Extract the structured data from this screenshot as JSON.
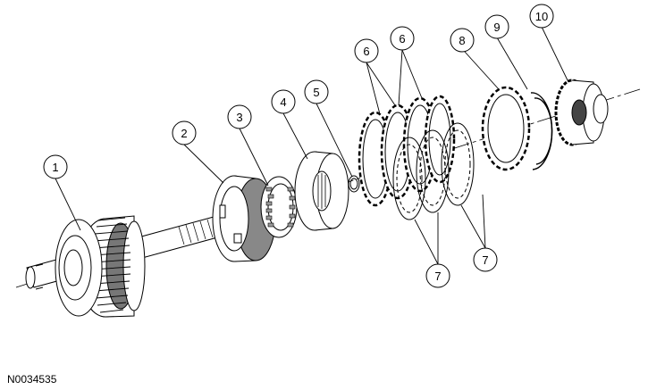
{
  "figure_id": "N0034535",
  "callouts": [
    {
      "id": "1",
      "label": "1"
    },
    {
      "id": "2",
      "label": "2"
    },
    {
      "id": "3",
      "label": "3"
    },
    {
      "id": "4",
      "label": "4"
    },
    {
      "id": "5",
      "label": "5"
    },
    {
      "id": "6a",
      "label": "6"
    },
    {
      "id": "6b",
      "label": "6"
    },
    {
      "id": "7a",
      "label": "7"
    },
    {
      "id": "7b",
      "label": "7"
    },
    {
      "id": "8",
      "label": "8"
    },
    {
      "id": "9",
      "label": "9"
    },
    {
      "id": "10",
      "label": "10"
    }
  ]
}
